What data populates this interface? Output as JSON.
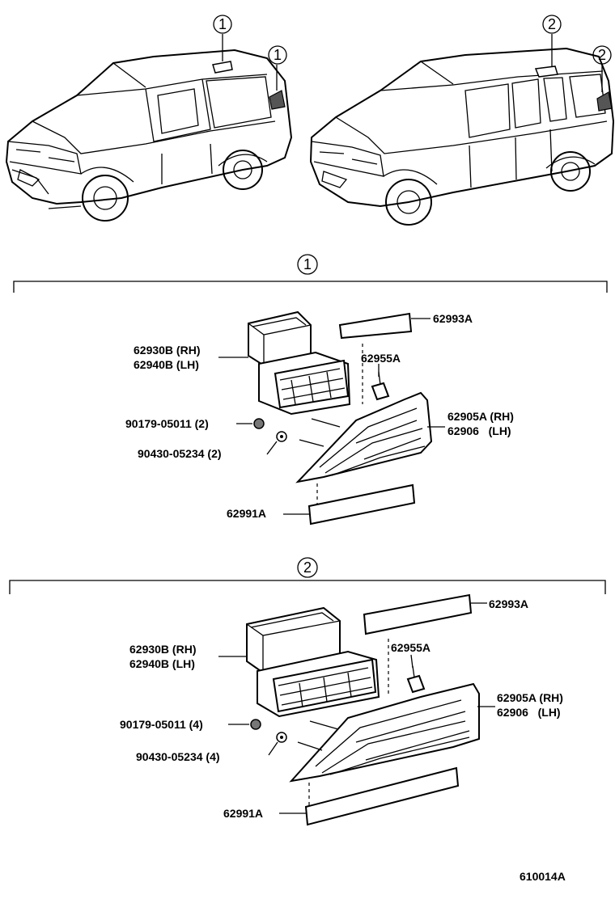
{
  "callouts": {
    "car_left_roof": "1",
    "car_left_rear": "1",
    "car_right_roof": "2",
    "car_right_rear": "2",
    "section_1": "1",
    "section_2": "2"
  },
  "section_1": {
    "strip_top": "62993A",
    "vent_rh": "62930B (RH)",
    "vent_lh": "62940B (LH)",
    "clip": "62955A",
    "screw": "90179-05011 (2)",
    "nut": "90430-05234 (2)",
    "garnish_rh": "62905A (RH)",
    "garnish_lh": "62906   (LH)",
    "strip_bottom": "62991A"
  },
  "section_2": {
    "strip_top": "62993A",
    "vent_rh": "62930B (RH)",
    "vent_lh": "62940B (LH)",
    "clip": "62955A",
    "screw": "90179-05011 (4)",
    "nut": "90430-05234 (4)",
    "garnish_rh": "62905A (RH)",
    "garnish_lh": "62906   (LH)",
    "strip_bottom": "62991A"
  },
  "diagram_code": "610014A"
}
